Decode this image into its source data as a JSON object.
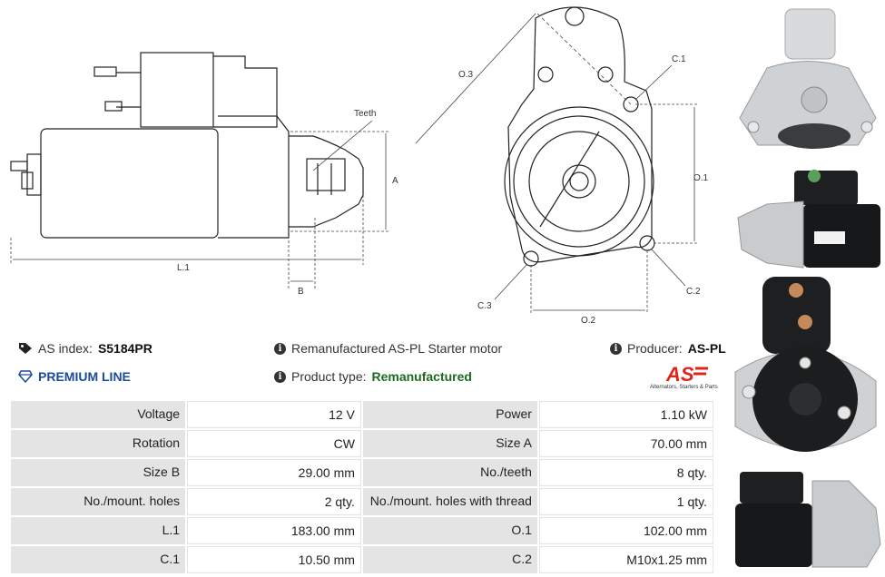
{
  "drawing": {
    "labels": {
      "teeth": "Teeth",
      "a": "A",
      "l1": "L.1",
      "b": "B",
      "o3": "O.3",
      "c1": "C.1",
      "o1": "O.1",
      "c2": "C.2",
      "c3": "C.3",
      "o2": "O.2"
    }
  },
  "header": {
    "as_index_label": "AS index:",
    "as_index_value": "S5184PR",
    "premium_line": "PREMIUM LINE",
    "description": "Remanufactured AS-PL Starter motor",
    "product_type_label": "Product type:",
    "product_type_value": "Remanufactured",
    "producer_label": "Producer:",
    "producer_value": "AS-PL"
  },
  "logo": {
    "text": "AS",
    "subtitle": "Alternators, Starters & Parts",
    "color": "#e2231a"
  },
  "specs": [
    {
      "l1": "Voltage",
      "v1": "12 V",
      "l2": "Power",
      "v2": "1.10 kW"
    },
    {
      "l1": "Rotation",
      "v1": "CW",
      "l2": "Size A",
      "v2": "70.00 mm"
    },
    {
      "l1": "Size B",
      "v1": "29.00 mm",
      "l2": "No./teeth",
      "v2": "8 qty."
    },
    {
      "l1": "No./mount. holes",
      "v1": "2 qty.",
      "l2": "No./mount. holes with thread",
      "v2": "1 qty."
    },
    {
      "l1": "L.1",
      "v1": "183.00 mm",
      "l2": "O.1",
      "v2": "102.00 mm"
    },
    {
      "l1": "C.1",
      "v1": "10.50 mm",
      "l2": "C.2",
      "v2": "M10x1.25 mm"
    }
  ]
}
